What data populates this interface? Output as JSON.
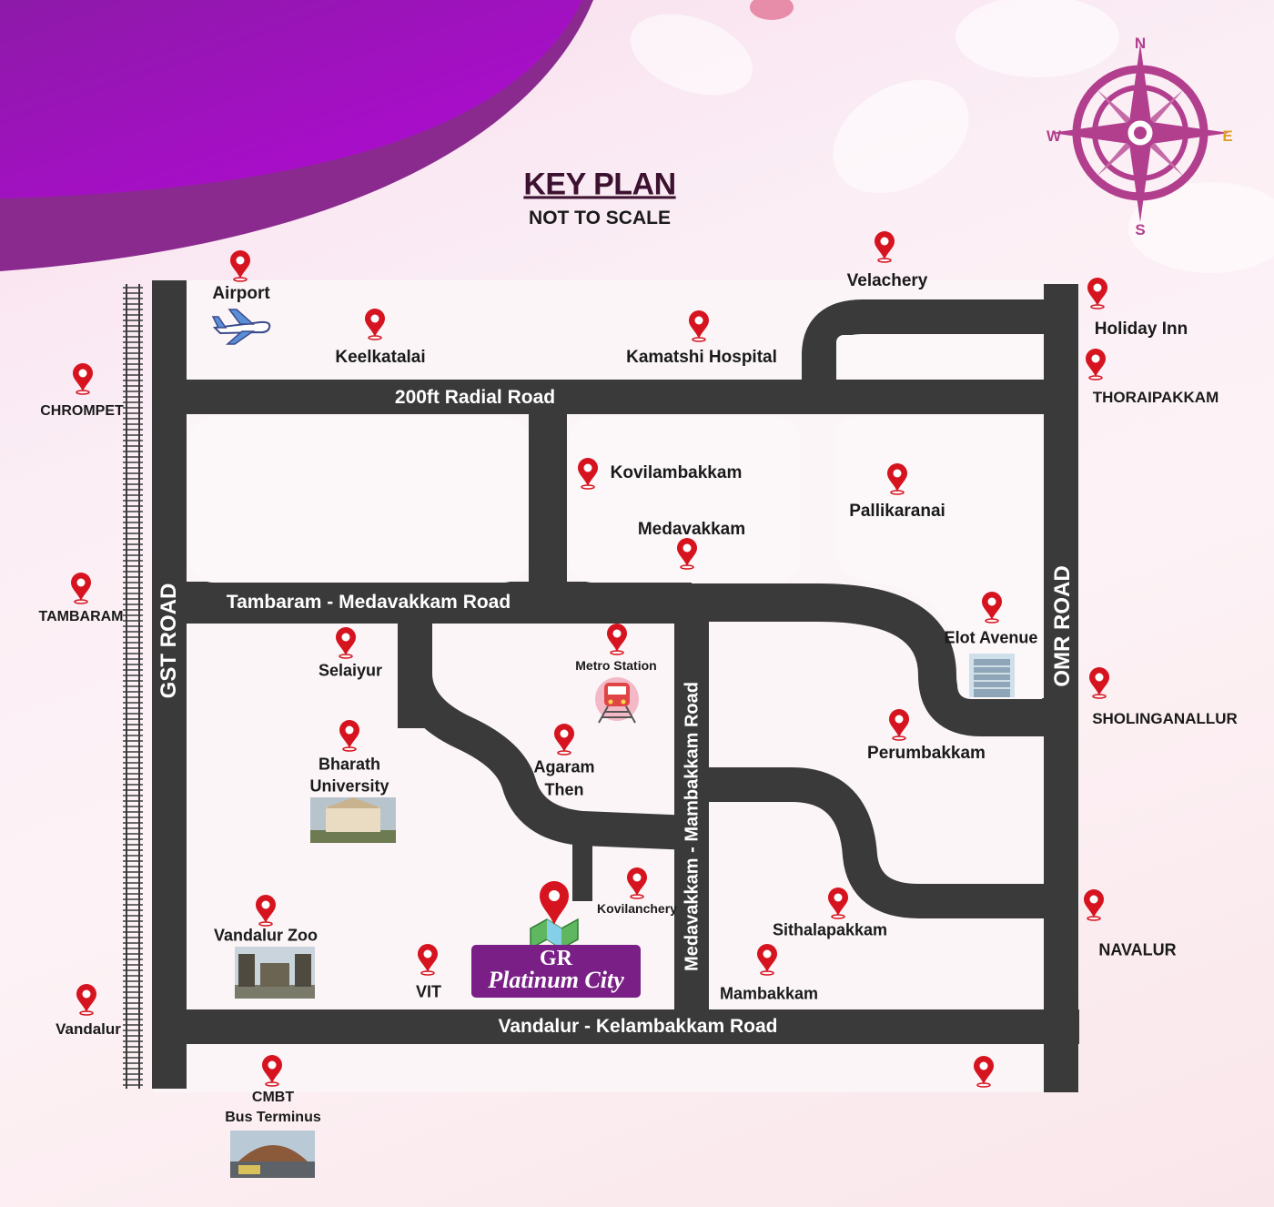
{
  "header": {
    "title": "KEY PLAN",
    "subtitle": "NOT TO SCALE"
  },
  "compass": {
    "n": "N",
    "s": "S",
    "e": "E",
    "w": "W"
  },
  "roads": {
    "radial": "200ft Radial Road",
    "tambaram_medavakkam": "Tambaram - Medavakkam Road",
    "vandalur_kelambakkam": "Vandalur - Kelambakkam Road",
    "gst": "GST ROAD",
    "omr": "OMR ROAD",
    "medavakkam_mambakkam": "Medavakkam - Mambakkam Road"
  },
  "places": {
    "airport": "Airport",
    "keelkatalai": "Keelkatalai",
    "kamatshi": "Kamatshi Hospital",
    "velachery": "Velachery",
    "holiday_inn": "Holiday Inn",
    "thoraipakkam": "THORAIPAKKAM",
    "chrompet": "CHROMPET",
    "tambaram": "TAMBARAM",
    "vandalur": "Vandalur",
    "kovilambakkam": "Kovilambakkam",
    "medavakkam": "Medavakkam",
    "pallikaranai": "Pallikaranai",
    "elot": "Elot Avenue",
    "sholinganallur": "SHOLINGANALLUR",
    "selaiyur": "Selaiyur",
    "metro": "Metro Station",
    "bharath_1": "Bharath",
    "bharath_2": "University",
    "agaram_1": "Agaram",
    "agaram_2": "Then",
    "perumbakkam": "Perumbakkam",
    "kovilanchery": "Kovilanchery",
    "vandalur_zoo": "Vandalur Zoo",
    "vit": "VIT",
    "sithalapakkam": "Sithalapakkam",
    "mambakkam": "Mambakkam",
    "navalur": "NAVALUR",
    "cmbt_1": "CMBT",
    "cmbt_2": "Bus Terminus"
  },
  "project": {
    "name_line1": "GR",
    "name_line2": "Platinum City"
  },
  "colors": {
    "road": "#3a3a3a",
    "pin": "#d6141f",
    "brand_purple": "#7a1f86",
    "title": "#3d1230",
    "compass": "#b23f8e",
    "block": "#fcf8fa"
  }
}
